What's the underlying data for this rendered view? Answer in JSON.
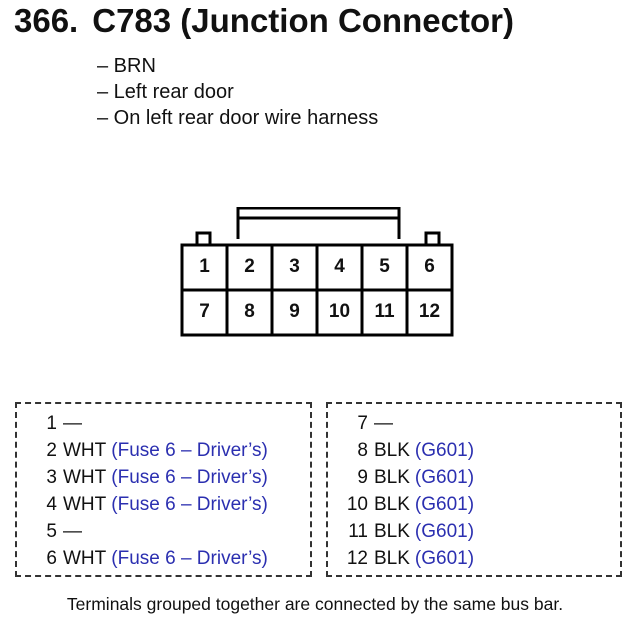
{
  "title": {
    "number": "366.",
    "text": "C783 (Junction Connector)"
  },
  "notes": [
    "– BRN",
    "– Left rear door",
    "– On left rear door wire harness"
  ],
  "connector": {
    "pins_top": [
      "1",
      "2",
      "3",
      "4",
      "5",
      "6"
    ],
    "pins_bottom": [
      "7",
      "8",
      "9",
      "10",
      "11",
      "12"
    ]
  },
  "groups": [
    {
      "terminals": [
        {
          "terminal": "1",
          "color": "—",
          "dest": ""
        },
        {
          "terminal": "2",
          "color": "WHT",
          "dest": "(Fuse 6 – Driver’s)"
        },
        {
          "terminal": "3",
          "color": "WHT",
          "dest": "(Fuse 6 – Driver’s)"
        },
        {
          "terminal": "4",
          "color": "WHT",
          "dest": "(Fuse 6 – Driver’s)"
        },
        {
          "terminal": "5",
          "color": "—",
          "dest": ""
        },
        {
          "terminal": "6",
          "color": "WHT",
          "dest": "(Fuse 6 – Driver’s)"
        }
      ]
    },
    {
      "terminals": [
        {
          "terminal": "7",
          "color": "—",
          "dest": ""
        },
        {
          "terminal": "8",
          "color": "BLK",
          "dest": "(G601)"
        },
        {
          "terminal": "9",
          "color": "BLK",
          "dest": "(G601)"
        },
        {
          "terminal": "10",
          "color": "BLK",
          "dest": "(G601)"
        },
        {
          "terminal": "11",
          "color": "BLK",
          "dest": "(G601)"
        },
        {
          "terminal": "12",
          "color": "BLK",
          "dest": "(G601)"
        }
      ]
    }
  ],
  "footer": "Terminals grouped together are connected by the same bus bar.",
  "colors": {
    "text": "#111111",
    "link_blue": "#2b2fb0",
    "outline": "#000000"
  }
}
